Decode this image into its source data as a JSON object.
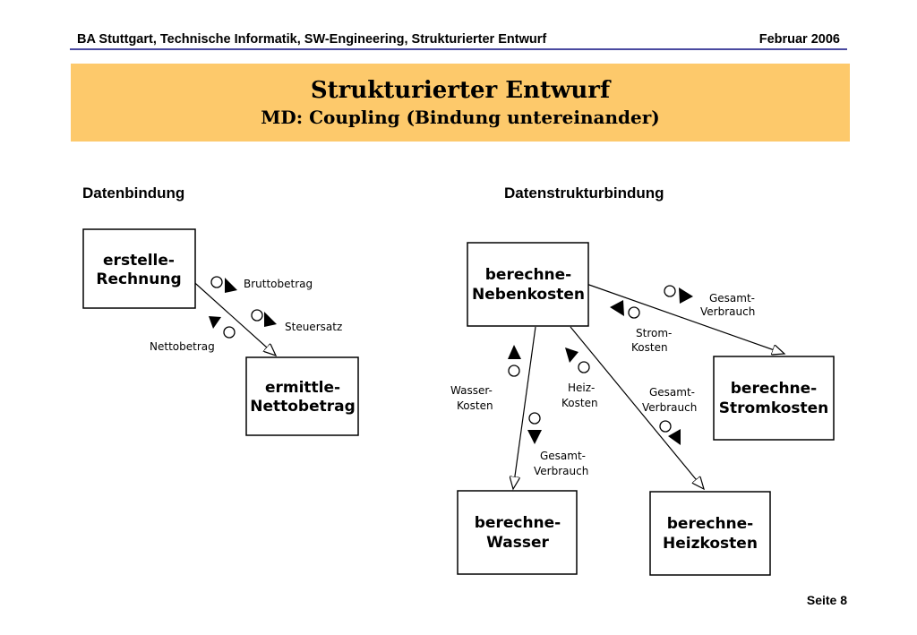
{
  "header": {
    "left": "BA Stuttgart, Technische Informatik, SW-Engineering, Strukturierter Entwurf",
    "right": "Februar 2006"
  },
  "title": {
    "main": "Strukturierter Entwurf",
    "sub": "MD: Coupling (Bindung untereinander)"
  },
  "sections": {
    "left": "Datenbindung",
    "right": "Datenstrukturbindung"
  },
  "left_diagram": {
    "box1": [
      "erstelle-",
      "Rechnung"
    ],
    "box2": [
      "ermittle-",
      "Nettobetrag"
    ],
    "flows": {
      "brutto": "Bruttobetrag",
      "steuer": "Steuersatz",
      "netto": "Nettobetrag"
    }
  },
  "right_diagram": {
    "box_neben": [
      "berechne-",
      "Nebenkosten"
    ],
    "box_strom": [
      "berechne-",
      "Stromkosten"
    ],
    "box_wasser": [
      "berechne-",
      "Wasser"
    ],
    "box_heiz": [
      "berechne-",
      "Heizkosten"
    ],
    "flows": {
      "gesamt_top": [
        "Gesamt-",
        "Verbrauch"
      ],
      "strom": [
        "Strom-",
        "Kosten"
      ],
      "wasser": [
        "Wasser-",
        "Kosten"
      ],
      "heiz": [
        "Heiz-",
        "Kosten"
      ],
      "gesamt_mid": [
        "Gesamt-",
        "Verbrauch"
      ],
      "gesamt_low": [
        "Gesamt-",
        "Verbrauch"
      ]
    }
  },
  "footer": {
    "page": "Seite 8"
  }
}
